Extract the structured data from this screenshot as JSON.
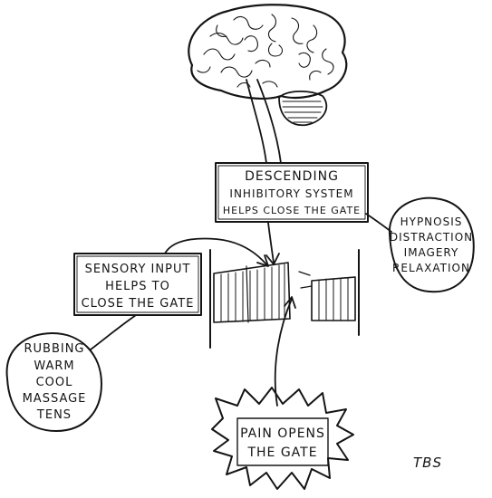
{
  "descending_box": {
    "lines": [
      "DESCENDING",
      "INHIBITORY SYSTEM",
      "HELPS CLOSE THE GATE"
    ]
  },
  "cognitive_bubble": {
    "lines": [
      "HYPNOSIS",
      "DISTRACTION",
      "IMAGERY",
      "RELAXATION"
    ]
  },
  "sensory_box": {
    "lines": [
      "SENSORY INPUT",
      "HELPS TO",
      "CLOSE THE GATE"
    ]
  },
  "physical_bubble": {
    "lines": [
      "RUBBING",
      "WARM",
      "COOL",
      "MASSAGE",
      "TENS"
    ]
  },
  "pain_burst": {
    "lines": [
      "PAIN OPENS",
      "THE GATE"
    ]
  },
  "signature": "TBS",
  "colors": {
    "ink": "#141414",
    "paper": "#ffffff"
  }
}
